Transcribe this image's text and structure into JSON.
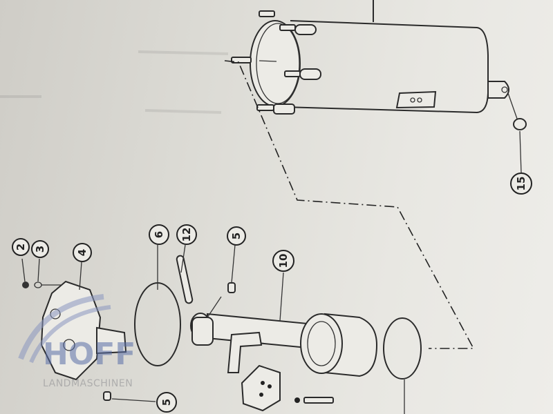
{
  "diagram": {
    "title": "Exploded parts diagram",
    "callouts": [
      "2",
      "3",
      "4",
      "6",
      "12",
      "5",
      "10",
      "5",
      "15"
    ]
  },
  "watermark": {
    "brand": "HOFF",
    "subtitle": "LANDMASCHINEN",
    "color": "#5a6fa8"
  }
}
